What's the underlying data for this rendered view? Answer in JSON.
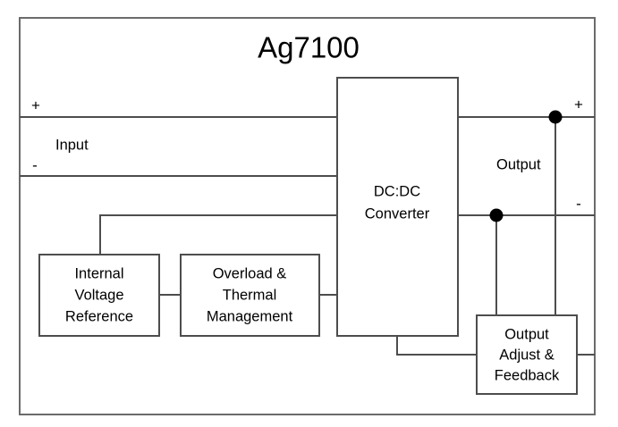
{
  "diagram": {
    "title": "Ag7100",
    "kind": "block-diagram",
    "colors": {
      "background": "#ffffff",
      "wire": "#4d4d4d",
      "outer_border": "#6b6b6b",
      "box_border": "#4d4d4d",
      "text": "#000000",
      "junction_dot": "#000000"
    },
    "input_port": {
      "label": "Input",
      "plus": "+",
      "minus": "-"
    },
    "output_port": {
      "label": "Output",
      "plus": "+",
      "minus": "-"
    },
    "blocks": [
      {
        "id": "dcdc",
        "lines": [
          "DC:DC",
          "Converter"
        ]
      },
      {
        "id": "internal-voltage-reference",
        "lines": [
          "Internal",
          "Voltage",
          "Reference"
        ]
      },
      {
        "id": "overload-thermal-management",
        "lines": [
          "Overload &",
          "Thermal",
          "Management"
        ]
      },
      {
        "id": "output-adjust-feedback",
        "lines": [
          "Output",
          "Adjust &",
          "Feedback"
        ]
      }
    ]
  }
}
